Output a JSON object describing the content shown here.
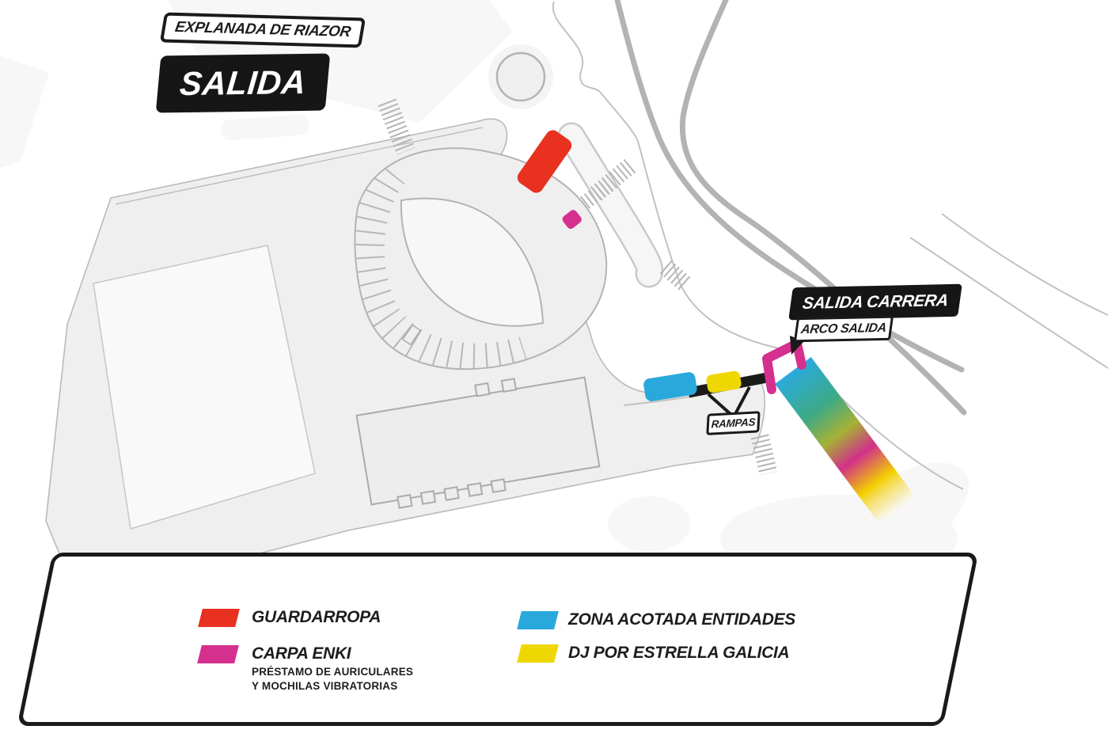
{
  "map": {
    "area_label": "EXPLANADA DE RIAZOR",
    "exit_label": "SALIDA",
    "race_start_label": "SALIDA CARRERA",
    "arch_label": "ARCO SALIDA",
    "ramps_label": "RAMPAS"
  },
  "legend": {
    "items": [
      {
        "label": "GUARDARROPA",
        "color": "#e8311f"
      },
      {
        "label": "CARPA ENKI",
        "color": "#d6308f",
        "sublabel1": "PRÉSTAMO DE AURICULARES",
        "sublabel2": "Y MOCHILAS VIBRATORIAS"
      },
      {
        "label": "ZONA ACOTADA ENTIDADES",
        "color": "#29a8dc"
      },
      {
        "label": "DJ POR ESTRELLA GALICIA",
        "color": "#eed702"
      }
    ]
  },
  "colors": {
    "guardarropa_red": "#e8311f",
    "carpa_enki_magenta": "#d6308f",
    "entidades_cyan": "#29a8dc",
    "dj_yellow": "#eed702",
    "label_black": "#1a1a1a",
    "road_gray": "#b3b3b3",
    "ground_gray": "#efeff0",
    "route_gradient": [
      "#2baade",
      "#3eaa85",
      "#a6b135",
      "#d13089",
      "#f2cf00",
      "#ffffff"
    ]
  }
}
